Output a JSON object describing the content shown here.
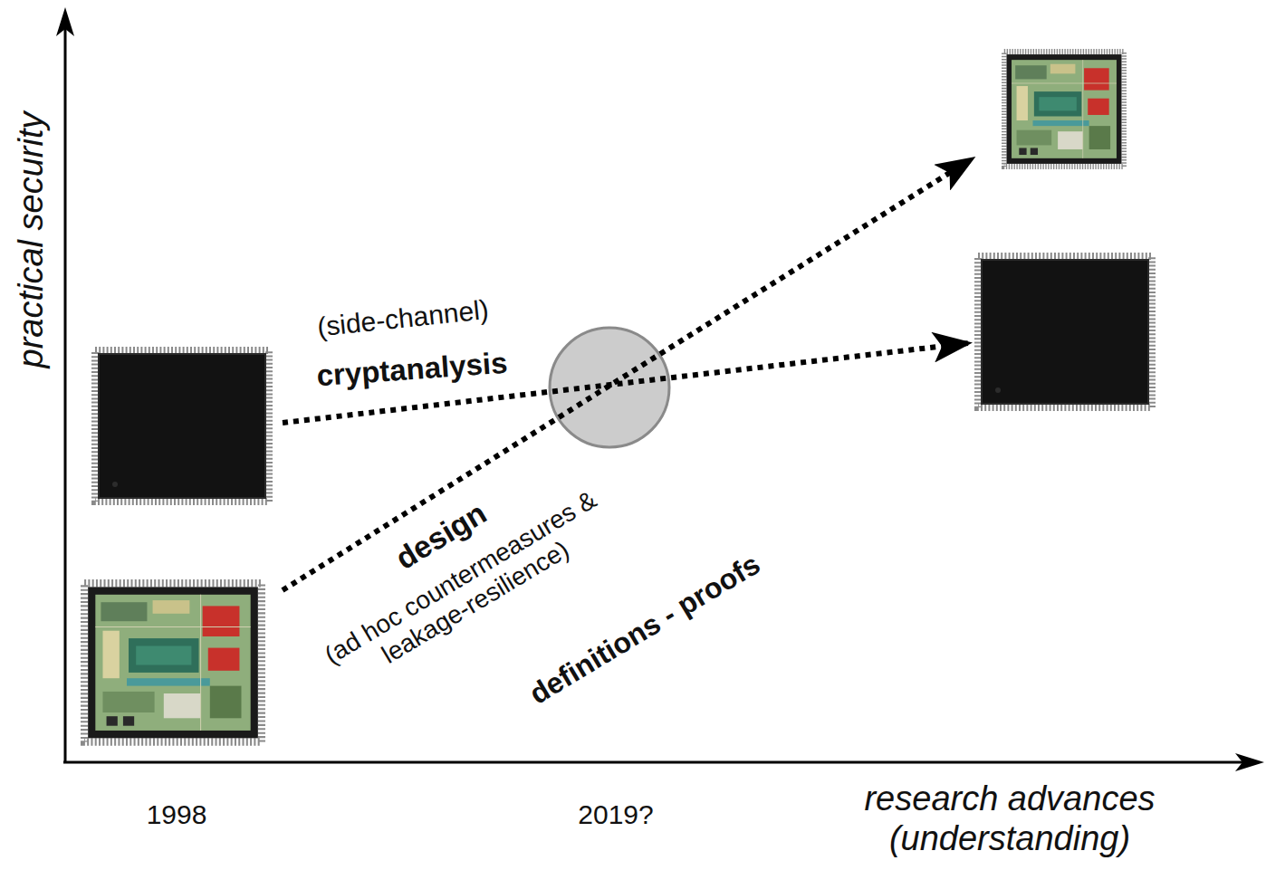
{
  "diagram": {
    "labels": [
      "practical security",
      "(side-channel)",
      "cryptanalysis",
      "design",
      "(ad hoc countermeasures & leakage-resilience)",
      "definitions - proofs",
      "1998",
      "2019?",
      "research advances (understanding)"
    ]
  }
}
